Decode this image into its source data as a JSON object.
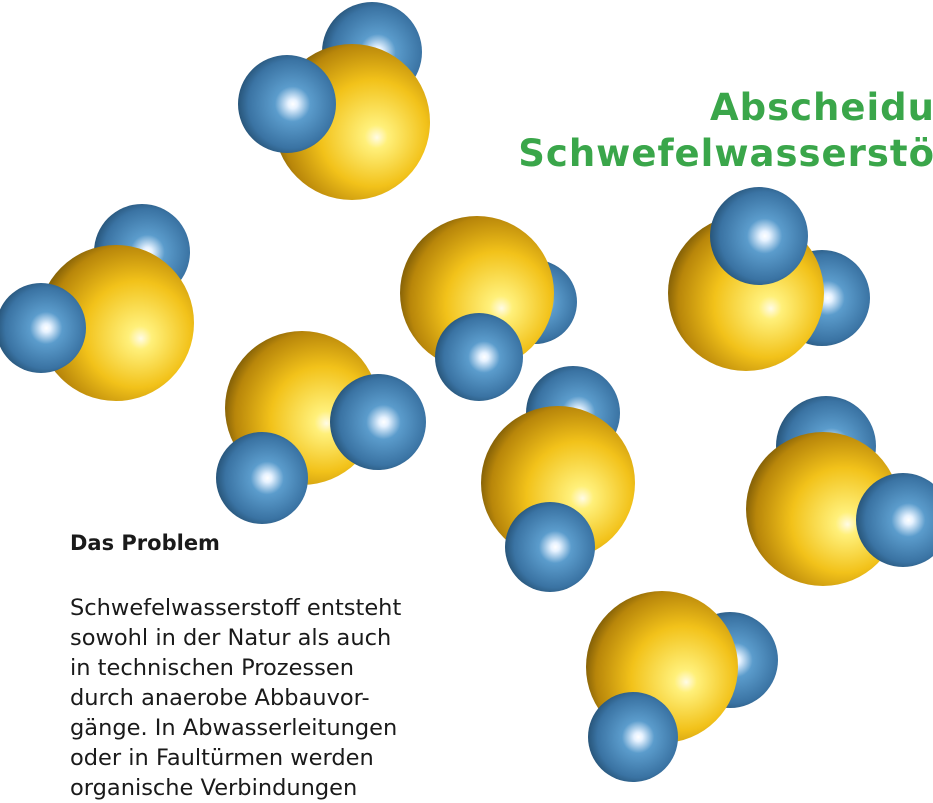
{
  "header": {
    "title_line1": "Abscheidu",
    "title_line2": "Schwefelwasserstö"
  },
  "section": {
    "heading": "Das Problem",
    "lines": [
      "Schwefelwasserstoff entsteht",
      "sowohl in der Natur als auch",
      "in technischen Prozessen",
      "durch anaerobe Abbauvor-",
      "gänge. In Abwasserleitungen",
      "oder in Faultürmen werden",
      "organische Verbindungen"
    ]
  },
  "colors": {
    "title": "#3aa64a",
    "sulfur": "#f2c21a",
    "hydrogen": "#3f7fb3",
    "text": "#1a1a1a"
  },
  "illustration": {
    "atom_sulfur_icon": "yellow-sphere",
    "atom_hydrogen_icon": "blue-sphere"
  }
}
